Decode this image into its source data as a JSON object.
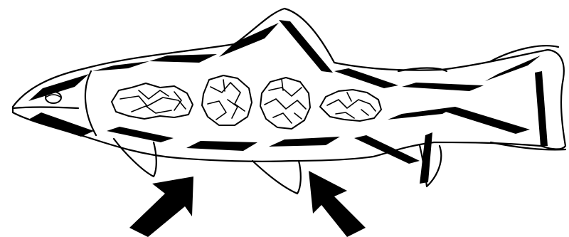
{
  "figure": {
    "subject": "fish",
    "fill_color": "#000000",
    "background": "#ffffff",
    "paper_balls": 4,
    "arrows": 2
  }
}
